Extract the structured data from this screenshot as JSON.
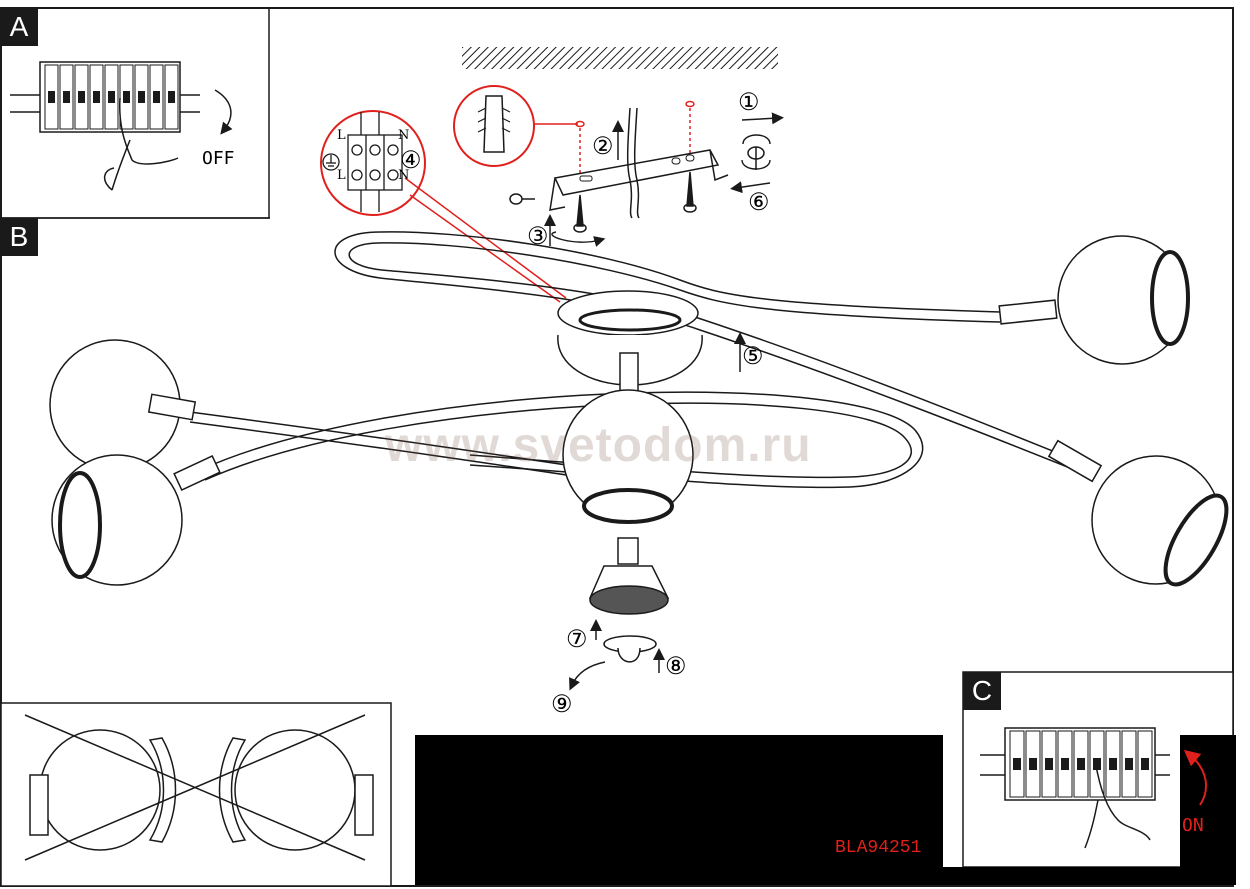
{
  "panels": {
    "a": "A",
    "b": "B",
    "c": "C"
  },
  "switch_off": "OFF",
  "switch_on": "ON",
  "terminal": {
    "live": "L",
    "neutral": "N"
  },
  "steps": [
    "①",
    "②",
    "③",
    "④",
    "⑤",
    "⑥",
    "⑦",
    "⑧",
    "⑨"
  ],
  "watermark": "www.svetodom.ru",
  "model_code": "BLA94251",
  "colors": {
    "accent": "#e0201c",
    "ink": "#1a1a1a",
    "watermark": "#785046",
    "black_box": "#000000"
  }
}
